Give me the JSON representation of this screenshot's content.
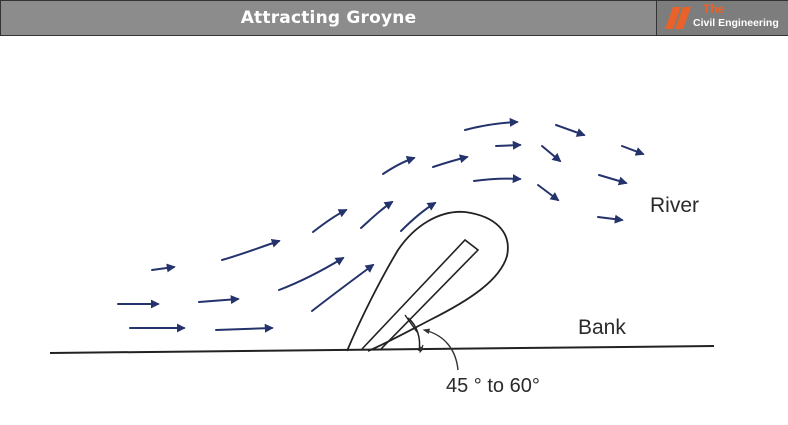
{
  "header": {
    "title": "Attracting Groyne",
    "logo_line1": "The",
    "logo_line2": "Civil Engineering"
  },
  "diagram": {
    "label_river": "River",
    "label_bank": "Bank",
    "label_angle": "45 ° to 60°"
  },
  "colors": {
    "arrow": "#24336b",
    "line": "#222222",
    "header_bg": "#8c8c8c",
    "logo_accent": "#e8622a"
  }
}
